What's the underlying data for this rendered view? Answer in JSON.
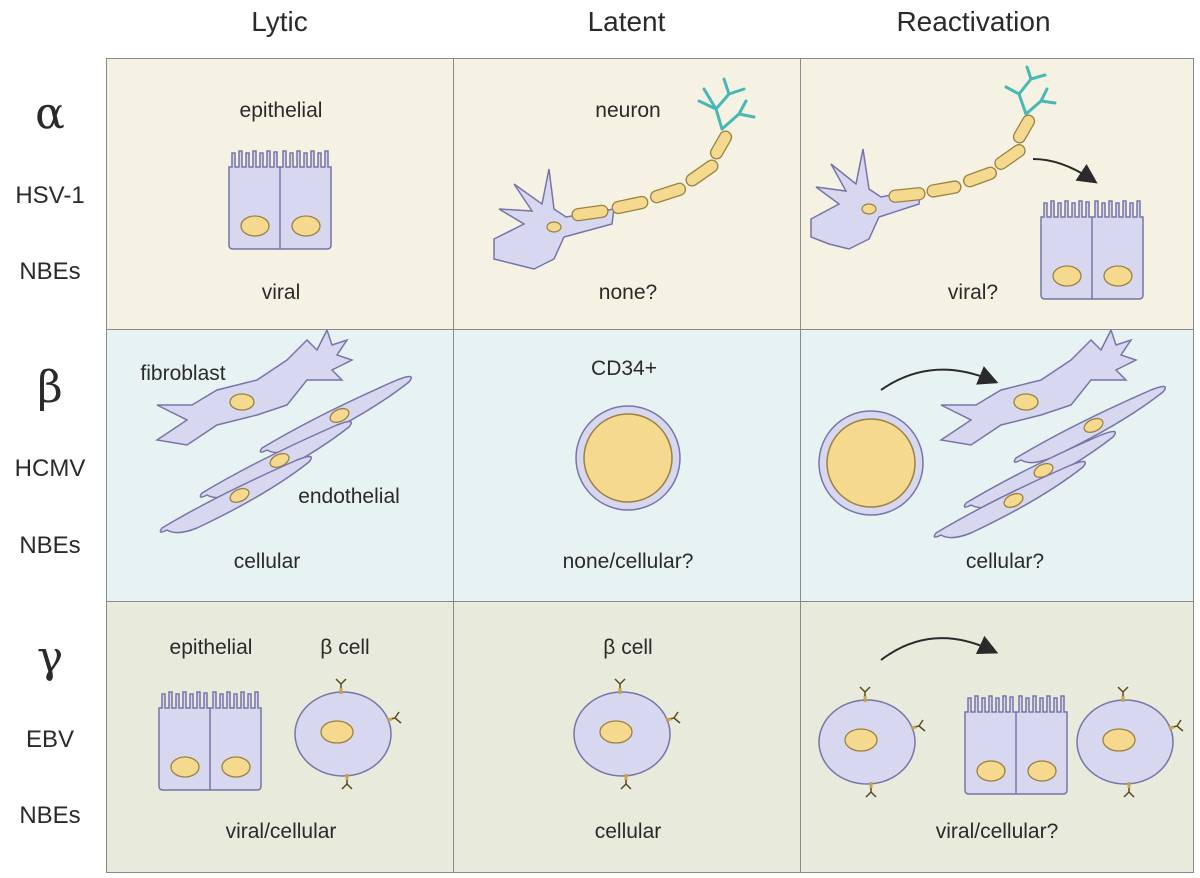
{
  "columns": [
    "Lytic",
    "Latent",
    "Reactivation"
  ],
  "rows": [
    {
      "greek": "α",
      "virus": "HSV-1",
      "nbes": "NBEs",
      "color": "#f6f2e3"
    },
    {
      "greek": "β",
      "virus": "HCMV",
      "nbes": "NBEs",
      "color": "#e7f3f3"
    },
    {
      "greek": "γ",
      "virus": "EBV",
      "nbes": "NBEs",
      "color": "#e8eadc"
    }
  ],
  "cells": {
    "alpha_lytic": {
      "cell_label": "epithelial",
      "nbe": "viral"
    },
    "alpha_latent": {
      "cell_label": "neuron",
      "nbe": "none?"
    },
    "alpha_reactivation": {
      "nbe": "viral?"
    },
    "beta_lytic": {
      "cell_label_1": "fibroblast",
      "cell_label_2": "endothelial",
      "nbe": "cellular"
    },
    "beta_latent": {
      "cell_label": "CD34+",
      "nbe": "none/cellular?"
    },
    "beta_reactivation": {
      "nbe": "cellular?"
    },
    "gamma_lytic": {
      "cell_label_1": "epithelial",
      "cell_label_2": "β cell",
      "nbe": "viral/cellular"
    },
    "gamma_latent": {
      "cell_label": "β cell",
      "nbe": "cellular"
    },
    "gamma_reactivation": {
      "nbe": "viral/cellular?"
    }
  },
  "colors": {
    "cell_body": "#d7d7ef",
    "cell_outline": "#7775a8",
    "nucleus": "#f4d98e",
    "nucleus_outline": "#9b8240",
    "dendrite_tip": "#48b8b6",
    "grid_line": "#8a8a8a"
  },
  "icons": [
    "epithelial-cell-icon",
    "neuron-icon",
    "fibroblast-icon",
    "endothelial-cell-icon",
    "cd34-cell-icon",
    "b-cell-icon",
    "reactivation-arrow-icon"
  ]
}
